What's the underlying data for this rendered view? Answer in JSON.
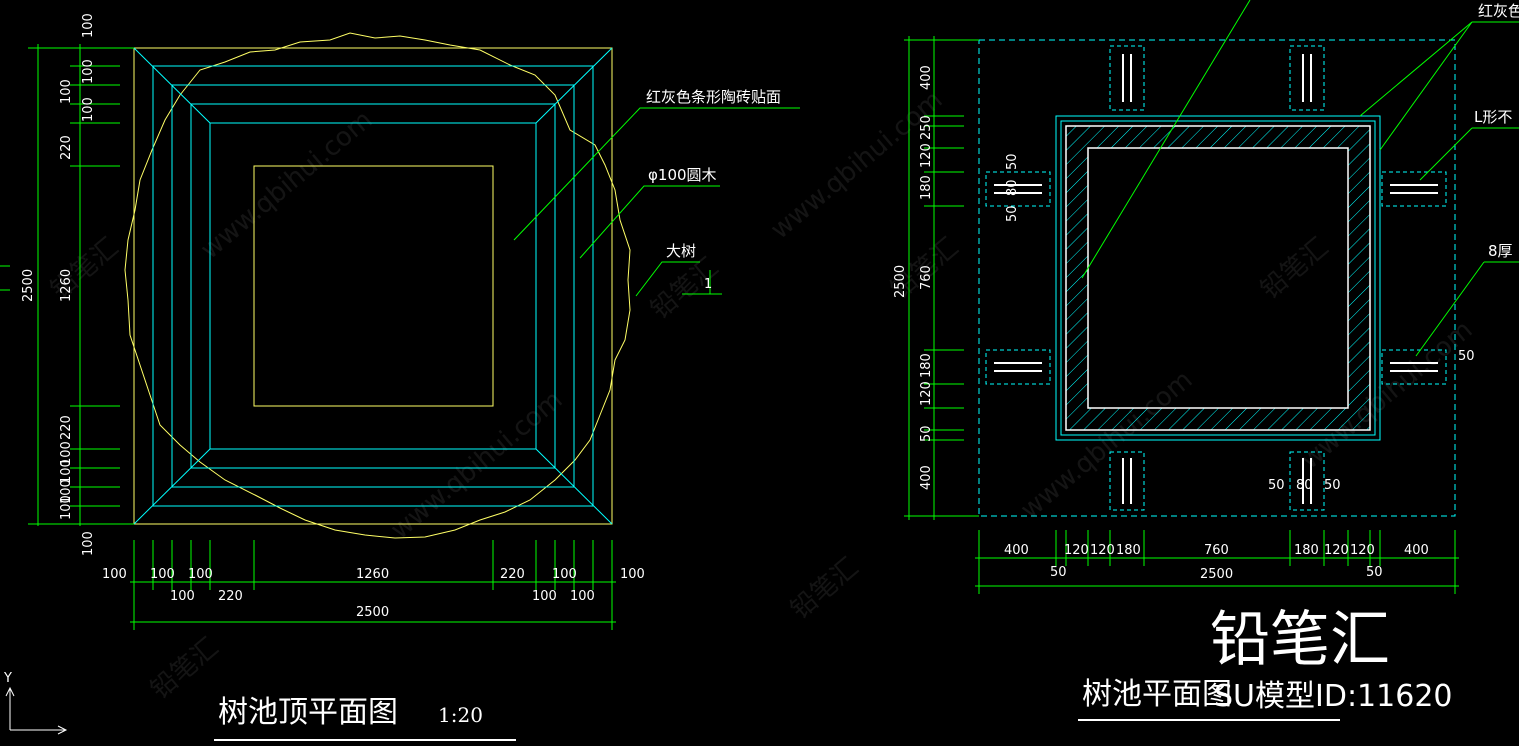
{
  "colors": {
    "background": "#000000",
    "dimension": "#00ff00",
    "cyan": "#00ffff",
    "yellow": "#ffff66",
    "text": "#ffffff",
    "watermark": "#ffffff"
  },
  "left_plan": {
    "title": "树池顶平面图",
    "scale": "1:20",
    "labels": {
      "tile": "红灰色条形陶砖贴面",
      "log": "φ100圆木",
      "tree": "大树",
      "tree_tag": "1"
    },
    "left_dims": [
      "100",
      "100",
      "100",
      "100",
      "220",
      "2500",
      "1260",
      "220",
      "100",
      "100",
      "100",
      "100",
      "100"
    ],
    "bottom_dims_row1": [
      "100",
      "100",
      "100",
      "1260",
      "220",
      "100",
      "100"
    ],
    "bottom_dims_row2": [
      "100",
      "220",
      "100",
      "100"
    ],
    "bottom_total": "2500"
  },
  "right_plan": {
    "title": "树池平面图",
    "labels": {
      "top_right_1": "红灰色",
      "top_right_2": "L形不",
      "top_right_3": "8厚",
      "side_50": "50"
    },
    "left_dims": [
      "400",
      "250",
      "120",
      "180",
      "2500",
      "760",
      "180",
      "120",
      "50",
      "400"
    ],
    "small_dims": [
      "50",
      "80",
      "50",
      "50",
      "80",
      "50"
    ],
    "bottom_dims": [
      "400",
      "120",
      "120",
      "180",
      "760",
      "180",
      "120",
      "120",
      "400"
    ],
    "bottom_small": [
      "50",
      "50"
    ],
    "bottom_total": "2500"
  },
  "branding": {
    "logo": "铅笔汇",
    "model_id": "SU模型ID:11620",
    "watermark_site": "www.qbihui.com",
    "watermark_brand": "铅笔汇"
  },
  "ucs": {
    "y_label": "Y"
  }
}
